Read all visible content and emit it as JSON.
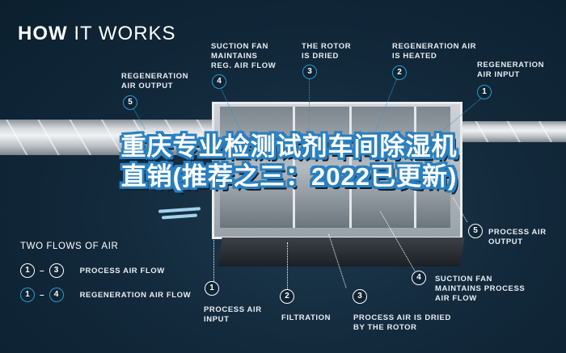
{
  "title": {
    "bold": "HOW",
    "rest": " IT WORKS"
  },
  "overlay_text": "重庆专业检测试剂车间除湿机直销(推荐之三：2022已更新)",
  "colors": {
    "background": "#0d2233",
    "regeneration_accent": "#2a9bd1",
    "process_accent": "#ffffff",
    "overlay_outline": "#2a7fbf"
  },
  "top_callouts": [
    {
      "number": "5",
      "label": "REGENERATION\nAIR OUTPUT",
      "flow": "regeneration"
    },
    {
      "number": "4",
      "label": "SUCTION FAN\nMAINTAINS\nREG. AIR FLOW",
      "flow": "regeneration"
    },
    {
      "number": "3",
      "label": "THE ROTOR\nIS DRIED",
      "flow": "regeneration"
    },
    {
      "number": "2",
      "label": "REGENERATION AIR\nIS HEATED",
      "flow": "regeneration"
    },
    {
      "number": "1",
      "label": "REGENERATION\nAIR INPUT",
      "flow": "regeneration"
    }
  ],
  "bottom_callouts": [
    {
      "number": "1",
      "label": "PROCESS AIR\nINPUT",
      "flow": "process"
    },
    {
      "number": "2",
      "label": "FILTRATION",
      "flow": "process"
    },
    {
      "number": "3",
      "label": "PROCESS AIR IS DRIED\nBY THE ROTOR",
      "flow": "process"
    },
    {
      "number": "4",
      "label": "SUCTION FAN\nMAINTAINS PROCESS\nAIR FLOW",
      "flow": "process"
    },
    {
      "number": "5",
      "label": "PROCESS AIR\nOUTPUT",
      "flow": "process"
    }
  ],
  "legend": {
    "title": "TWO FLOWS OF AIR",
    "rows": [
      {
        "from": "1",
        "to": "3",
        "dash": "–",
        "label": "PROCESS AIR FLOW",
        "color": "#ffffff"
      },
      {
        "from": "1",
        "to": "4",
        "dash": "–",
        "label": "REGENERATION AIR FLOW",
        "color": "#2a9bd1"
      }
    ]
  }
}
